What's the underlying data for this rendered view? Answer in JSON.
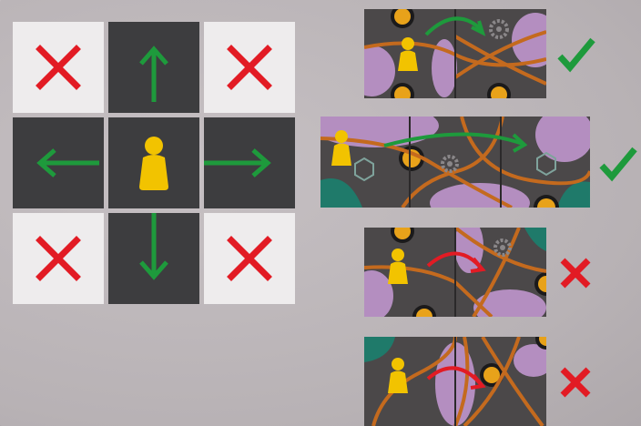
{
  "scene": {
    "movement_grid": {
      "center": "meeple-yellow",
      "orthogonal": "allowed",
      "diagonal": "forbidden"
    },
    "examples": [
      {
        "tiles": 2,
        "path": "over-gap",
        "result": "allowed"
      },
      {
        "tiles": 3,
        "path": "across-long-gap",
        "result": "allowed"
      },
      {
        "tiles": 2,
        "path": "into-gear-tile",
        "result": "forbidden"
      },
      {
        "tiles": 2,
        "path": "into-crystal",
        "result": "forbidden"
      }
    ]
  },
  "colors": {
    "allowed": "#1e9a3c",
    "forbidden": "#e21b24",
    "meeple": "#f2c300",
    "light_cell": "#eeeced",
    "dark_cell": "#3d3d3f",
    "path": "#c46a1e",
    "crystal": "#b48ec0",
    "teal": "#1f7a6a"
  },
  "icons": [
    "check-icon",
    "cross-icon",
    "arrow-icon",
    "meeple-icon",
    "gear-icon"
  ]
}
